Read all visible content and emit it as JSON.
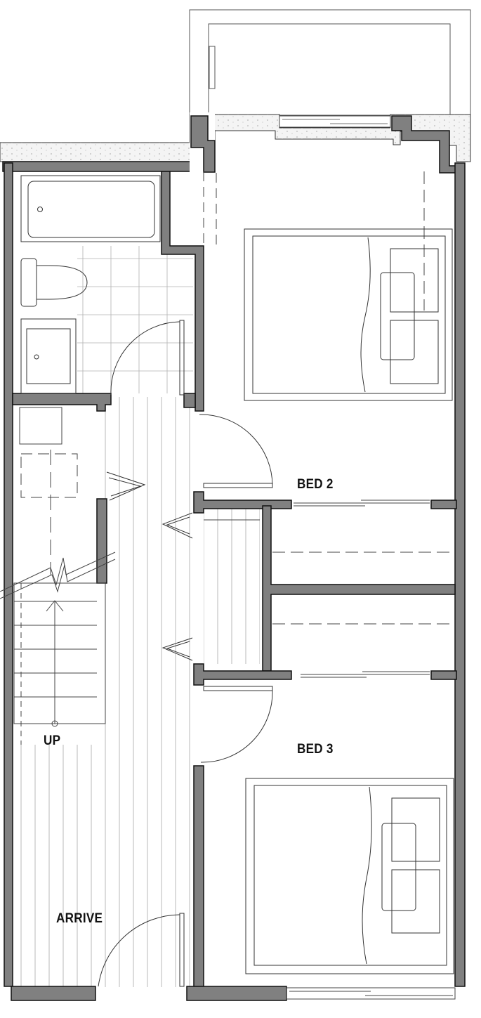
{
  "labels": {
    "bed2": "BED 2",
    "bed3": "BED 3",
    "up": "UP",
    "arrive": "ARRIVE"
  },
  "colors": {
    "wall_fill": "#808080",
    "wall_stroke": "#111111",
    "exterior_wall": "#f2f2f2",
    "line": "#333333",
    "background": "#ffffff"
  }
}
